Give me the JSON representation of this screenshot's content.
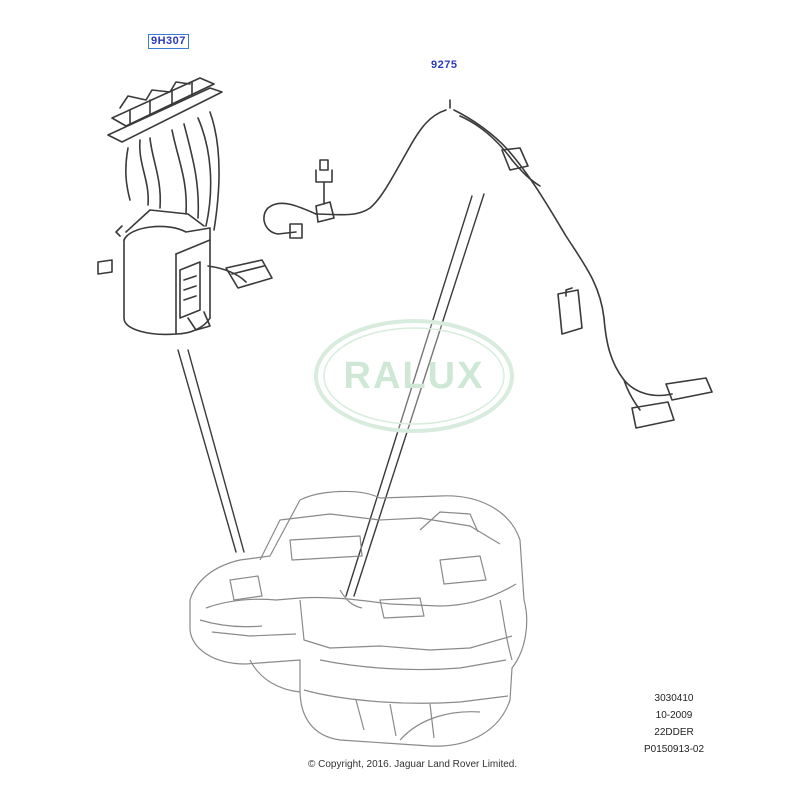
{
  "diagram": {
    "callouts": {
      "pump_module": "9H307",
      "wiring_harness": "9275"
    },
    "watermark_text": "RALUX",
    "reference_codes": [
      "3030410",
      "10-2009",
      "22DDER",
      "P0150913-02"
    ],
    "copyright": "© Copyright, 2016. Jaguar Land Rover Limited.",
    "colors": {
      "line_art": "#3a3a3a",
      "tank_outline": "#8a8a8a",
      "callout_text": "#2a3bbf",
      "callout_box": "#3a7bd5",
      "watermark": "#d8ecdd"
    }
  }
}
